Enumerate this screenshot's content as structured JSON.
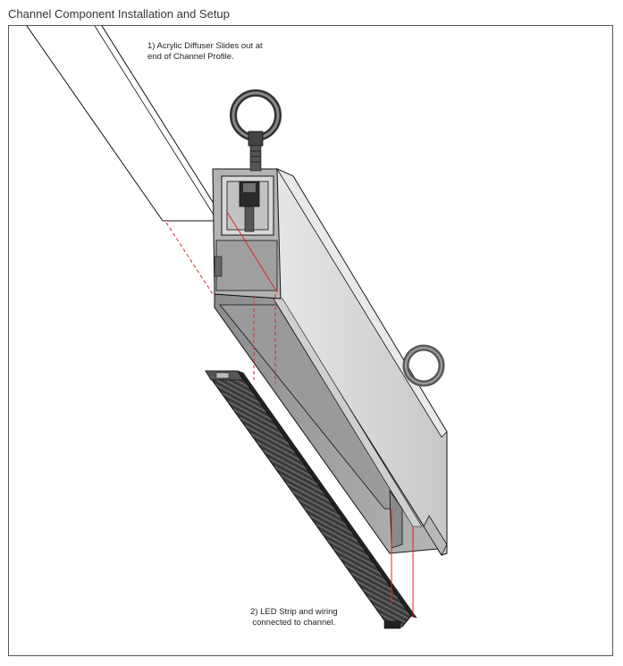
{
  "page": {
    "title": "Channel Component Installation and Setup"
  },
  "callouts": {
    "diffuser": {
      "line1": "1) Acrylic Diffuser Slides out at",
      "line2": "end of Channel Profile."
    },
    "led_strip": {
      "line1": "2) LED Strip and wiring",
      "line2": "connected to channel."
    }
  },
  "colors": {
    "frame_border": "#555555",
    "outline": "#111111",
    "channel_face": "#dcdcdc",
    "channel_shadow": "#a9a9a9",
    "channel_dark": "#7d7d7d",
    "led_strip": "#3a3a3a",
    "guide_line": "#e0282a"
  },
  "icons": {
    "eye_bolt": "eye-bolt-icon",
    "led_strip": "led-strip-icon"
  }
}
